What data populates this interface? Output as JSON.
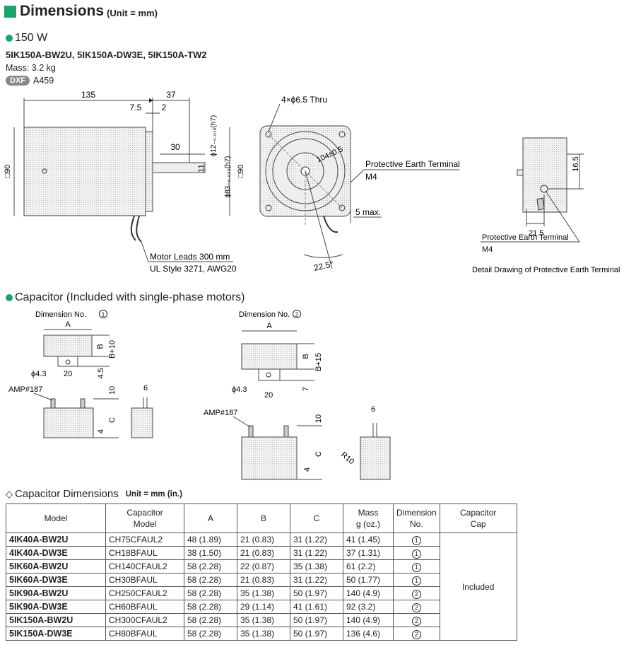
{
  "header": {
    "title": "Dimensions",
    "unit": "(Unit = mm)",
    "accent_color": "#1aa36a"
  },
  "motor": {
    "section": "150 W",
    "models": "5IK150A-BW2U, 5IK150A-DW3E, 5IK150A-TW2",
    "mass": "Mass: 3.2 kg",
    "dxf_badge": "DXF",
    "dxf_code": "A459",
    "dims": {
      "d135": "135",
      "d37": "37",
      "d7_5": "7.5",
      "d2": "2",
      "d30": "30",
      "d11": "11",
      "shaft": "ϕ12₋₀.₀₁₈(h7)",
      "pilot": "ϕ83₋₀.₀₃₅(h7)",
      "sq90a": "□90",
      "sq90b": "□90",
      "holes": "4×ϕ6.5 Thru",
      "pcd": "104±0.5",
      "pe_terminal": "Protective Earth Terminal",
      "m4": "M4",
      "five_max": "5 max.",
      "angle": "22.5°",
      "leads1": "Motor Leads 300 mm",
      "leads2": "UL Style 3271, AWG20"
    },
    "detail": {
      "d16_5": "16.5",
      "d21_5": "21.5",
      "pe_terminal": "Protective Earth Terminal",
      "m4": "M4",
      "caption": "Detail Drawing of Protective Earth Terminal"
    }
  },
  "capacitor": {
    "section": "Capacitor (Included with single-phase motors)",
    "dim1": {
      "label": "Dimension No.",
      "no": "1",
      "A": "A",
      "B": "B",
      "B10": "B+10",
      "phi": "ϕ4.3",
      "d20": "20",
      "d4_5": "4.5",
      "amp": "AMP#187",
      "d10": "10",
      "d6": "6",
      "C": "C",
      "d4": "4"
    },
    "dim2": {
      "label": "Dimension No.",
      "no": "2",
      "A": "A",
      "B": "B",
      "B15": "B+15",
      "phi": "ϕ4.3",
      "d20": "20",
      "d7": "7",
      "amp": "AMP#187",
      "d10": "10",
      "d6": "6",
      "C": "C",
      "d4": "4",
      "r10": "R10"
    }
  },
  "table": {
    "title": "Capacitor Dimensions",
    "unit": "Unit = mm (in.)",
    "headers": {
      "model": "Model",
      "cap_model_1": "Capacitor",
      "cap_model_2": "Model",
      "a": "A",
      "b": "B",
      "c": "C",
      "mass_1": "Mass",
      "mass_2": "g (oz.)",
      "dim_1": "Dimension",
      "dim_2": "No.",
      "capcap_1": "Capacitor",
      "capcap_2": "Cap"
    },
    "rows": [
      {
        "model": "4IK40A-BW2U",
        "cap": "CH75CFAUL2",
        "a": "48 (1.89)",
        "b": "21 (0.83)",
        "c": "31 (1.22)",
        "mass": "41 (1.45)",
        "dim": "1"
      },
      {
        "model": "4IK40A-DW3E",
        "cap": "CH18BFAUL",
        "a": "38 (1.50)",
        "b": "21 (0.83)",
        "c": "31 (1.22)",
        "mass": "37 (1.31)",
        "dim": "1"
      },
      {
        "model": "5IK60A-BW2U",
        "cap": "CH140CFAUL2",
        "a": "58 (2.28)",
        "b": "22 (0.87)",
        "c": "35 (1.38)",
        "mass": "61 (2.2)",
        "dim": "1"
      },
      {
        "model": "5IK60A-DW3E",
        "cap": "CH30BFAUL",
        "a": "58 (2.28)",
        "b": "21 (0.83)",
        "c": "31 (1.22)",
        "mass": "50 (1.77)",
        "dim": "1"
      },
      {
        "model": "5IK90A-BW2U",
        "cap": "CH250CFAUL2",
        "a": "58 (2.28)",
        "b": "35 (1.38)",
        "c": "50 (1.97)",
        "mass": "140 (4.9)",
        "dim": "2"
      },
      {
        "model": "5IK90A-DW3E",
        "cap": "CH60BFAUL",
        "a": "58 (2.28)",
        "b": "29 (1.14)",
        "c": "41 (1.61)",
        "mass": "92 (3.2)",
        "dim": "2"
      },
      {
        "model": "5IK150A-BW2U",
        "cap": "CH300CFAUL2",
        "a": "58 (2.28)",
        "b": "35 (1.38)",
        "c": "50 (1.97)",
        "mass": "140 (4.9)",
        "dim": "2"
      },
      {
        "model": "5IK150A-DW3E",
        "cap": "CH80BFAUL",
        "a": "58 (2.28)",
        "b": "35 (1.38)",
        "c": "50 (1.97)",
        "mass": "136 (4.6)",
        "dim": "2"
      }
    ],
    "included": "Included"
  }
}
